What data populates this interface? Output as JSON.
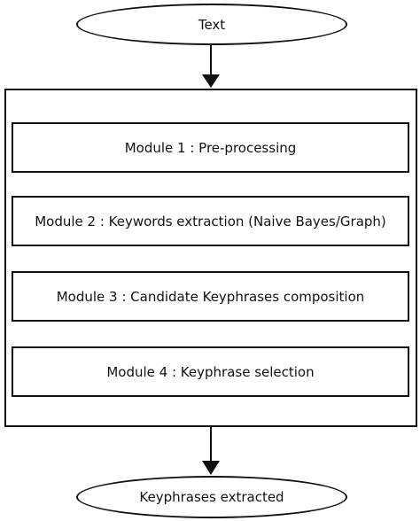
{
  "start": {
    "label": "Text"
  },
  "modules": [
    {
      "label": "Module 1 : Pre-processing"
    },
    {
      "label": "Module 2 : Keywords extraction (Naive Bayes/Graph)"
    },
    {
      "label": "Module 3 : Candidate Keyphrases composition"
    },
    {
      "label": "Module 4 : Keyphrase selection"
    }
  ],
  "end": {
    "label": "Keyphrases extracted"
  }
}
